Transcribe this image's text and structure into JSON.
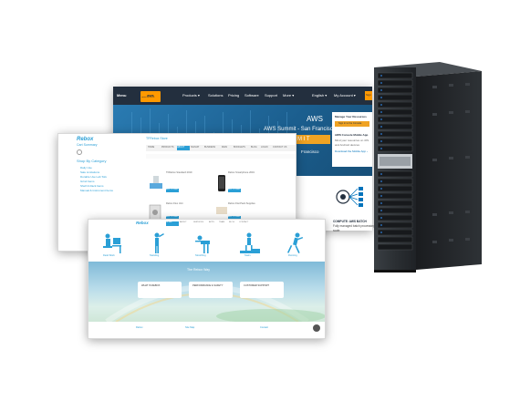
{
  "aws": {
    "nav": {
      "menu": "Menu",
      "logo": "amazon web services",
      "items": [
        "Products ▾",
        "Solutions",
        "Pricing",
        "Software",
        "Support",
        "More ▾"
      ],
      "language": "English ▾",
      "account": "My Account ▾",
      "signup": "Sign"
    },
    "hero": {
      "line1": "AWS",
      "title": "AWS Summit - San Francisco",
      "mit": "M I T",
      "city": "Francisco"
    },
    "panel": {
      "heading": "Manage Your Resources",
      "signin": "Sign in to the Console",
      "app_title": "AWS Console Mobile App",
      "app_text1": "Mind your resources on iOS",
      "app_text2": "and Android devices",
      "download": "Download the Mobile App ›"
    },
    "batch": {
      "title": "COMPUTE: AWS BATCH",
      "text1": "Fully managed batch processing",
      "text2": "scale"
    }
  },
  "store": {
    "brand": "Rebox",
    "cart": "Cart Summary",
    "page_title": "TFRebox Store",
    "shop_heading": "Shop By Category",
    "categories": [
      "Daily Use",
      "Sale Limitations",
      "Durable Use Lab Tofu",
      "Grind Items",
      "Shelf & Rack Items",
      "Manual & Instrument Items"
    ],
    "tabs": [
      "HOME",
      "PRODUCTS",
      "ABOUT",
      "SIGNUP",
      "BUSINESS",
      "MAIN",
      "BOOKLETS",
      "BLOG",
      "LOGIN",
      "CONTACT US"
    ],
    "active_tab": "ABOUT",
    "products": [
      {
        "name": "TFRebox Standard 2019",
        "add": "ADD TO CART"
      },
      {
        "name": "Rebox Smartphone 2019",
        "add": "ADD TO CART"
      },
      {
        "name": "Rebox Flex Unit",
        "add": "ADD TO CART"
      },
      {
        "name": "Rebox Flat Pack Supplies",
        "add": "ADD TO CART"
      }
    ]
  },
  "main": {
    "brand": "Rebox",
    "tabs": [
      "HOME",
      "ABOUT",
      "SERVICES",
      "APPS",
      "TEAM",
      "BLOG",
      "CONTACT"
    ],
    "active_tab": "HOME",
    "figures": [
      {
        "label": "Desk Work"
      },
      {
        "label": "Standing"
      },
      {
        "label": "Stretching"
      },
      {
        "label": "Stairs"
      },
      {
        "label": "Running"
      }
    ],
    "band_title": "The Rebox Way",
    "boxes": [
      "WHAT IS REBOX",
      "PERFORMANCE & SAFETY",
      "CUSTOMER SUPPORT"
    ],
    "footer": {
      "left": "Rebox",
      "mid": "Site Map",
      "right": "Contact"
    }
  }
}
